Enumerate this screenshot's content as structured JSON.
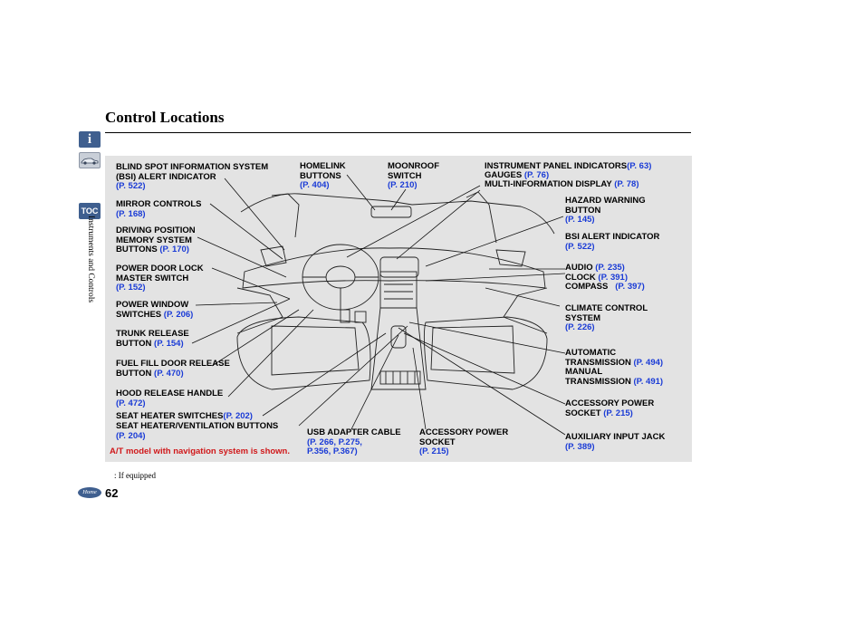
{
  "page": {
    "title": "Control Locations",
    "section_label": "Instruments and Controls",
    "page_number": "62",
    "footnote": ": If equipped",
    "toc_label": "TOC",
    "info_label": "i",
    "home_label": "Home"
  },
  "figure": {
    "note": "A/T model with navigation system is shown.",
    "callouts": [
      {
        "id": "bsi",
        "text": "BLIND SPOT INFORMATION SYSTEM\n(BSI) ALERT INDICATOR",
        "refs": "(P. 522)"
      },
      {
        "id": "homelink",
        "text": "HOMELINK\nBUTTONS",
        "refs": "(P. 404)"
      },
      {
        "id": "moonroof",
        "text": "MOONROOF\nSWITCH",
        "refs": "(P. 210)"
      },
      {
        "id": "ipi",
        "text": "INSTRUMENT PANEL INDICATORS",
        "refs": "(P. 63)"
      },
      {
        "id": "gauges",
        "text": "GAUGES",
        "refs": "(P. 76)"
      },
      {
        "id": "mid",
        "text": "MULTI-INFORMATION DISPLAY",
        "refs": "(P. 78)"
      },
      {
        "id": "mirror",
        "text": "MIRROR CONTROLS",
        "refs": "(P. 168)"
      },
      {
        "id": "hazard",
        "text": "HAZARD WARNING\nBUTTON",
        "refs": "(P. 145)"
      },
      {
        "id": "driving",
        "text": "DRIVING POSITION\nMEMORY SYSTEM\nBUTTONS",
        "refs": "(P. 170)"
      },
      {
        "id": "bsialert",
        "text": "BSI ALERT INDICATOR",
        "refs": "(P. 522)"
      },
      {
        "id": "doorlock",
        "text": "POWER DOOR LOCK\nMASTER SWITCH",
        "refs": "(P. 152)"
      },
      {
        "id": "audio",
        "text": "AUDIO",
        "refs": "(P. 235)"
      },
      {
        "id": "clock",
        "text": "CLOCK",
        "refs": "(P. 391)"
      },
      {
        "id": "compass",
        "text": "COMPASS",
        "refs": "(P. 397)"
      },
      {
        "id": "window",
        "text": "POWER WINDOW\nSWITCHES",
        "refs": "(P. 206)"
      },
      {
        "id": "climate",
        "text": "CLIMATE CONTROL\nSYSTEM",
        "refs": "(P. 226)"
      },
      {
        "id": "trunk",
        "text": "TRUNK RELEASE\nBUTTON",
        "refs": "(P. 154)"
      },
      {
        "id": "automatic",
        "text": "AUTOMATIC\nTRANSMISSION",
        "refs": "(P. 494)"
      },
      {
        "id": "manual",
        "text": "MANUAL\nTRANSMISSION",
        "refs": "(P. 491)"
      },
      {
        "id": "fuel",
        "text": "FUEL FILL DOOR RELEASE\nBUTTON",
        "refs": "(P. 470)"
      },
      {
        "id": "hood",
        "text": "HOOD RELEASE HANDLE",
        "refs": "(P. 472)"
      },
      {
        "id": "accpower1",
        "text": "ACCESSORY POWER\nSOCKET",
        "refs": "(P. 215)"
      },
      {
        "id": "seatheat",
        "text": "SEAT HEATER SWITCHES",
        "refs": "(P. 202)"
      },
      {
        "id": "seatvent",
        "text": "SEAT HEATER/VENTILATION BUTTONS",
        "refs": "(P. 204)"
      },
      {
        "id": "usb",
        "text": "USB ADAPTER CABLE",
        "refs": "(P. 266, P.275,\nP.356, P.367)"
      },
      {
        "id": "accpower2",
        "text": "ACCESSORY POWER\nSOCKET",
        "refs": "(P. 215)"
      },
      {
        "id": "aux",
        "text": "AUXILIARY INPUT JACK",
        "refs": "(P. 389)"
      }
    ]
  }
}
